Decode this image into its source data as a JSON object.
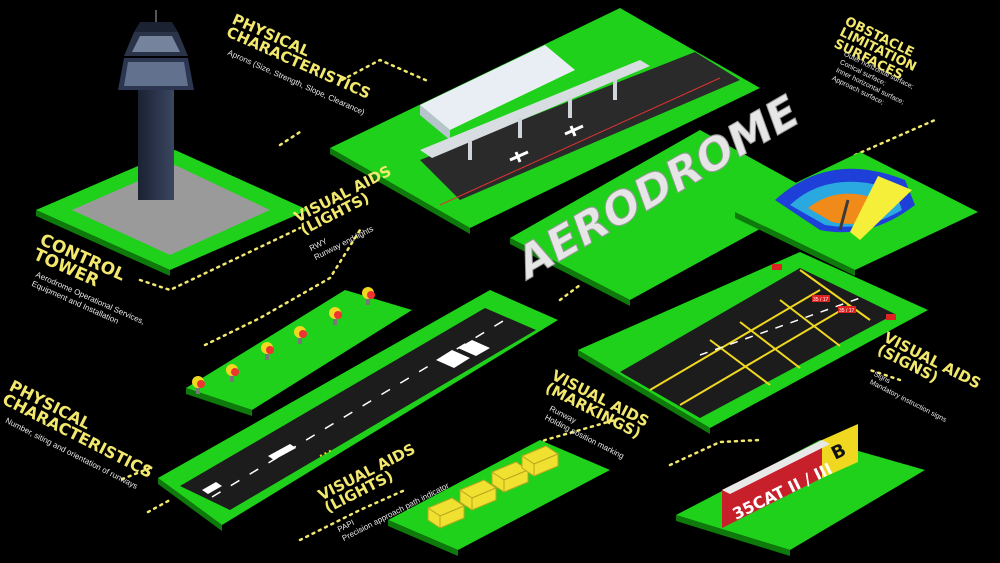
{
  "scene_word": "AERODROME",
  "colors": {
    "grass": "#1fd11a",
    "label": "#f2e86d",
    "background": "#000000"
  },
  "labels": {
    "control_tower": {
      "title1": "CONTROL",
      "title2": "TOWER",
      "sub1": "Aerodrome Operational Services,",
      "sub2": "Equipment and Installation"
    },
    "physical_top": {
      "title1": "PHYSICAL",
      "title2": "CHARACTERISTICS",
      "sub1": "Aprons (Size, Strength, Slope, Clearance)"
    },
    "visual_lights_top": {
      "title1": "VISUAL AIDS",
      "title2": "(LIGHTS)",
      "sub1": "RWY",
      "sub2": "Runway end lights"
    },
    "obstacle": {
      "title1": "OBSTACLE LIMITATION",
      "title2": "SURFACES",
      "sub1": "Outer horizontal surface;",
      "sub2": "Conical surface;",
      "sub3": "Inner horizontal surface;",
      "sub4": "Approach surface;"
    },
    "physical_bottom": {
      "title1": "PHYSICAL",
      "title2": "CHARACTERISTICS",
      "sub1": "Number, siting and orientation of runways"
    },
    "visual_markings": {
      "title1": "VISUAL AIDS",
      "title2": "(MARKINGS)",
      "sub1": "Runway",
      "sub2": "Holding position marking"
    },
    "visual_lights_bottom": {
      "title1": "VISUAL AIDS",
      "title2": "(LIGHTS)",
      "sub1": "PAPI",
      "sub2": "Precision approach path indicator"
    },
    "visual_signs": {
      "title1": "VISUAL AIDS",
      "title2": "(SIGNS)",
      "sub1": "Signs",
      "sub2": "Mandatory instruction signs"
    }
  },
  "sign": {
    "main": "35CAT II / III",
    "letter": "B"
  },
  "hold_signs": {
    "left": "35 / 17",
    "right": "35 / 17"
  }
}
